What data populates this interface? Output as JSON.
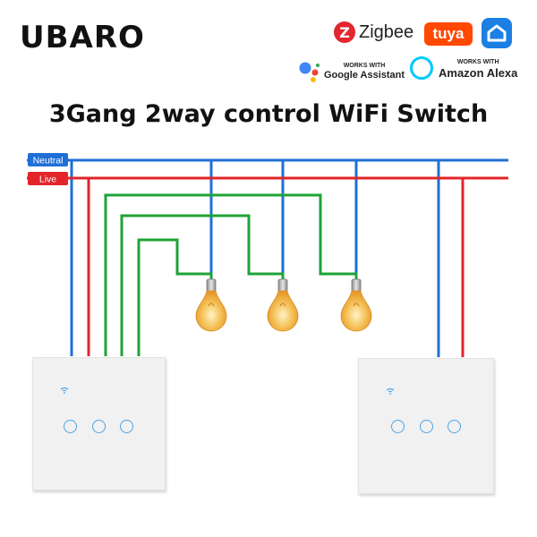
{
  "brand": "UBARO",
  "title": "3Gang 2way control WiFi Switch",
  "logos": {
    "zigbee_mark": "Z",
    "zigbee": "Zigbee",
    "tuya": "tuya",
    "google_assistant": {
      "small": "WORKS WITH",
      "big": "Google Assistant"
    },
    "amazon_alexa": {
      "small": "WORKS WITH",
      "big": "Amazon Alexa"
    }
  },
  "wires": {
    "neutral_label": "Neutral",
    "live_label": "Live",
    "neutral_color": "#1f6fd6",
    "live_color": "#e3242b",
    "switched_color": "#1fa336"
  },
  "icons": [
    "home-icon",
    "google-assistant-icon",
    "alexa-icon",
    "light-bulb-icon",
    "wifi-icon",
    "touch-button-icon"
  ],
  "switches": [
    {
      "gangs": 3,
      "role": "wired-switch"
    },
    {
      "gangs": 3,
      "role": "wireless-companion-switch"
    }
  ],
  "bulbs": 3,
  "colors": {
    "bulb_glow": "#f2b446",
    "touch_ring": "#4aa3e6",
    "panel": "#f1f1f2"
  }
}
